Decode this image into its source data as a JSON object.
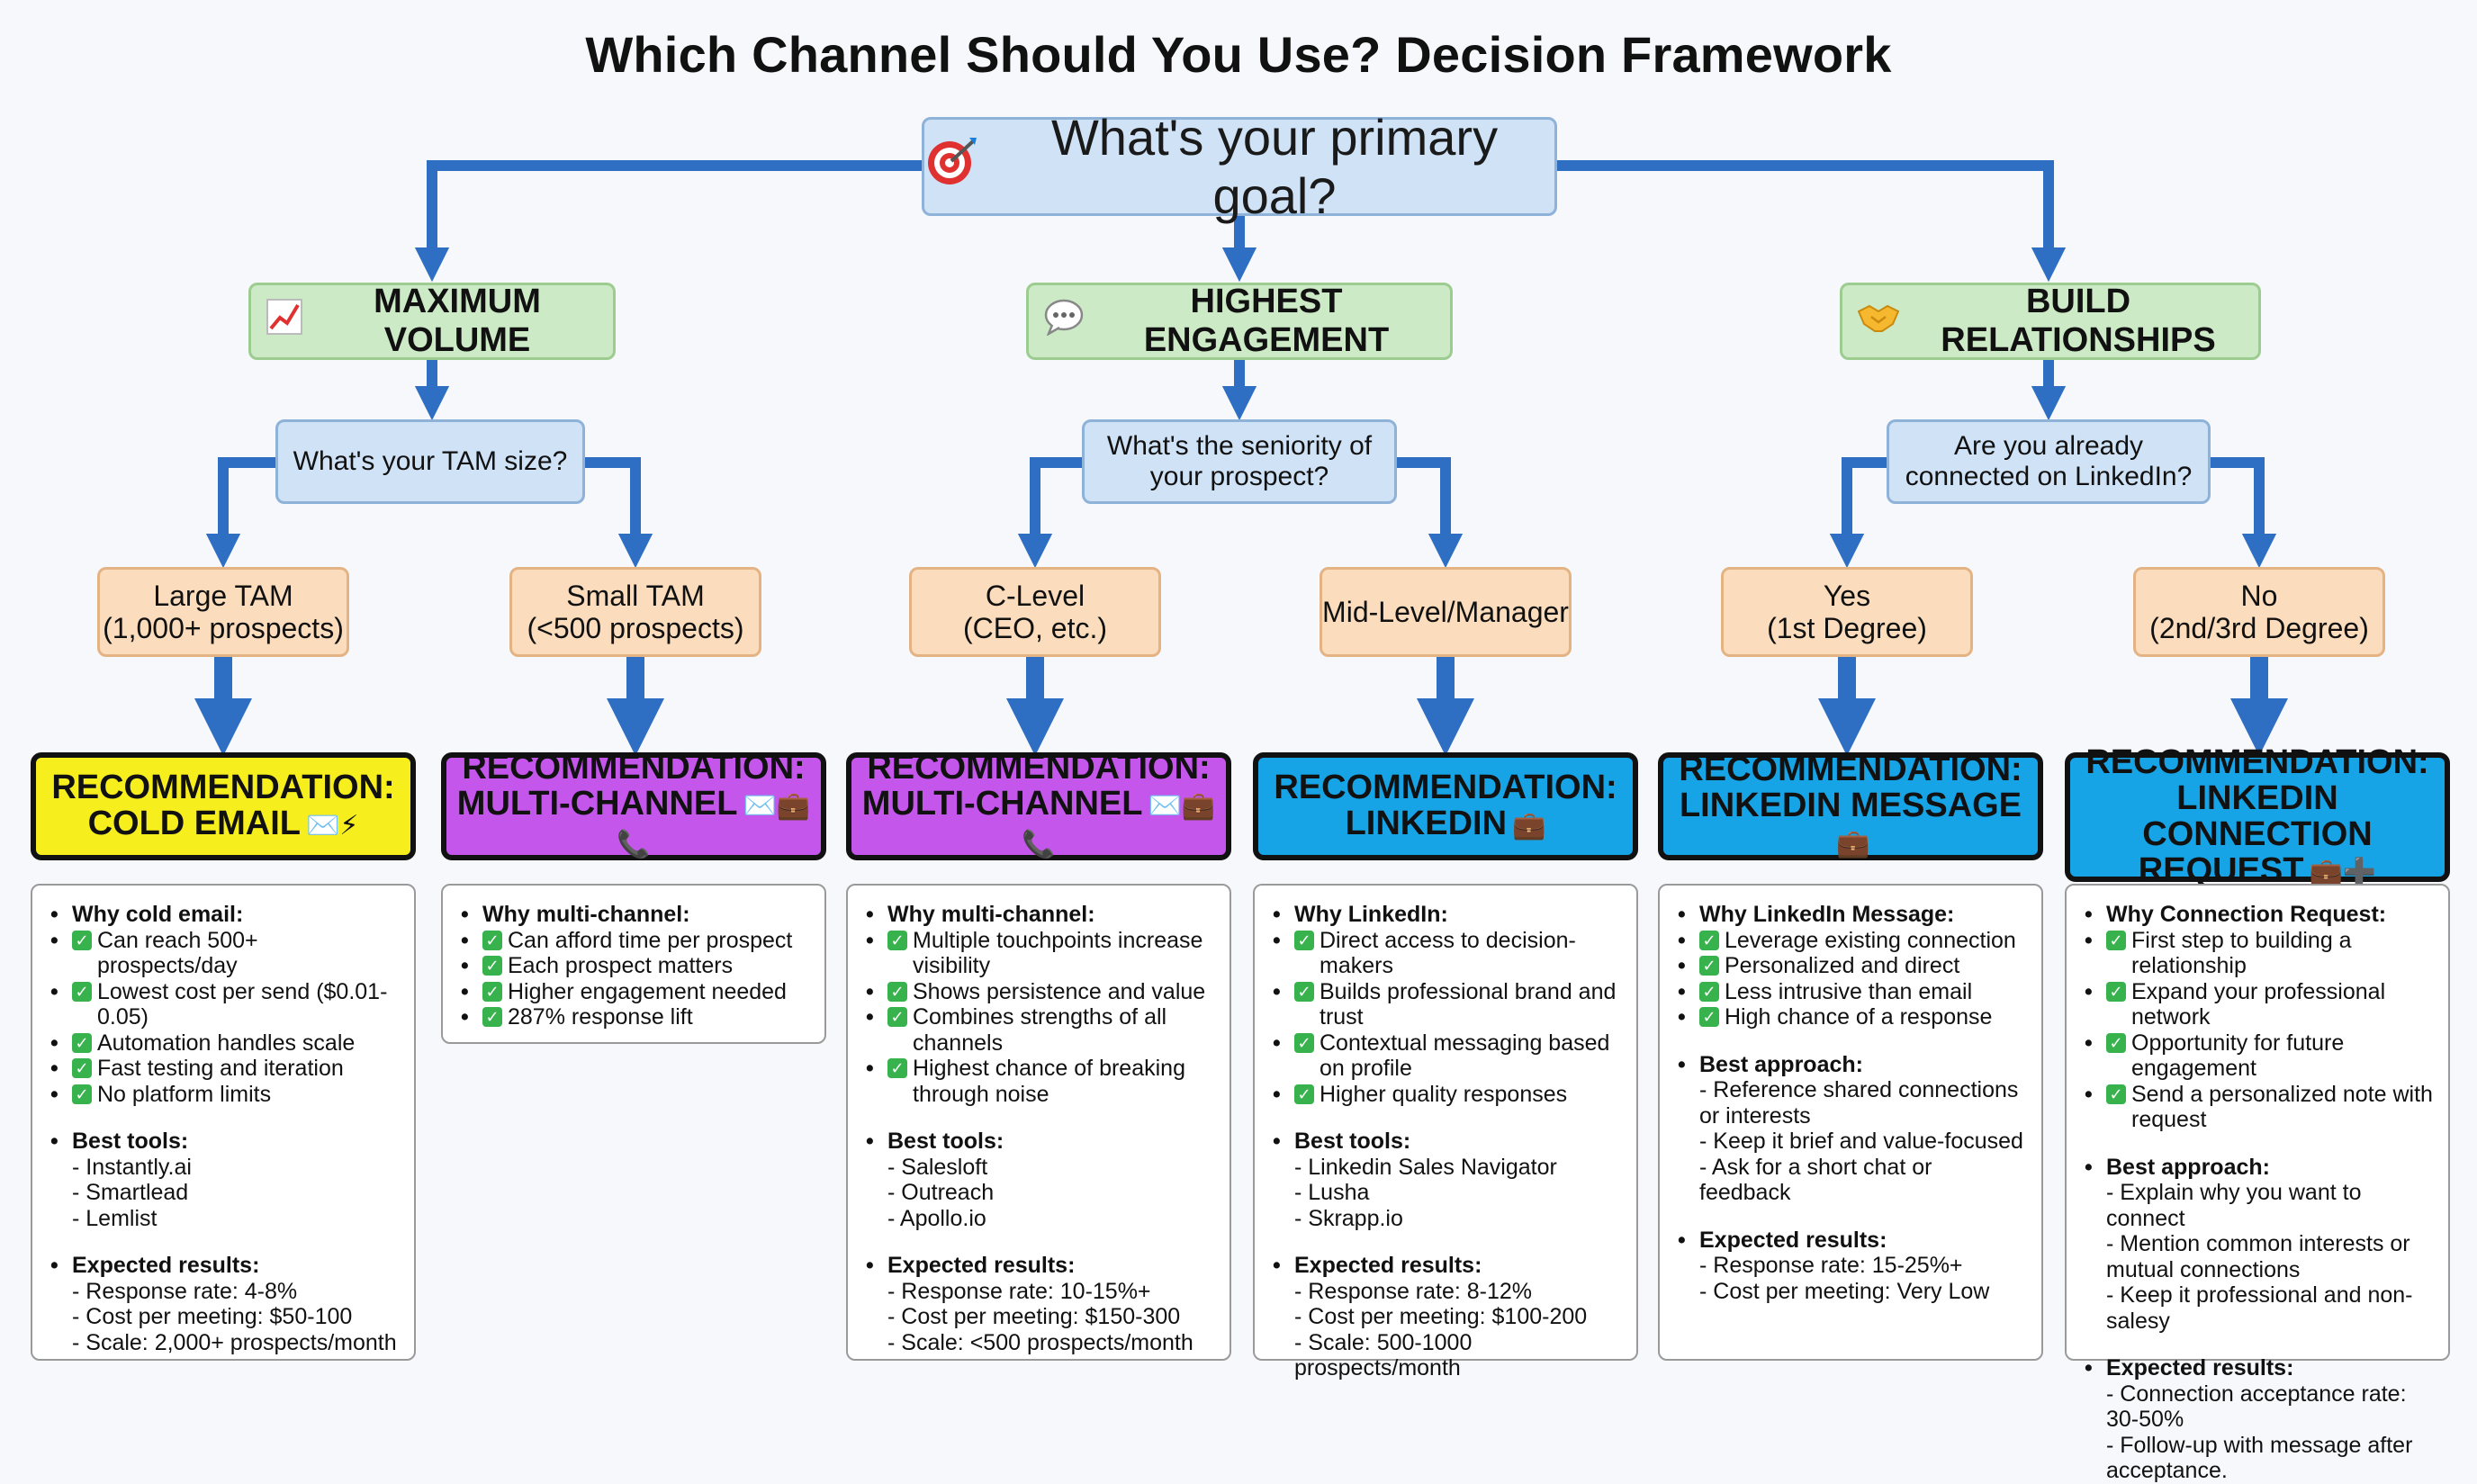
{
  "title": "Which Channel Should You Use? Decision Framework",
  "root": {
    "icon": "target-icon",
    "label": "What's your primary goal?"
  },
  "categories": [
    {
      "icon": "chart-up-icon",
      "label": "MAXIMUM VOLUME",
      "question": "What's your TAM size?"
    },
    {
      "icon": "speech-bubble-icon",
      "label": "HIGHEST ENGAGEMENT",
      "question": "What's the seniority of your prospect?"
    },
    {
      "icon": "handshake-icon",
      "label": "BUILD RELATIONSHIPS",
      "question": "Are you already connected on LinkedIn?"
    }
  ],
  "options": [
    "Large TAM\n(1,000+ prospects)",
    "Small TAM\n(<500 prospects)",
    "C-Level\n(CEO, etc.)",
    "Mid-Level/Manager",
    "Yes\n(1st Degree)",
    "No\n(2nd/3rd Degree)"
  ],
  "colors": {
    "yellow": "#f7ee1d",
    "purple": "#c556ec",
    "blue": "#16a4e6",
    "arrow": "#2f6fc3"
  },
  "recommendations": [
    {
      "title_lines": [
        "RECOMMENDATION:",
        "COLD EMAIL"
      ],
      "icons": "✉️⚡",
      "color": "yellow",
      "why_head": "Why cold email:",
      "why": [
        "Can reach 500+ prospects/day",
        "Lowest cost per send ($0.01-0.05)",
        "Automation handles scale",
        "Fast testing and iteration",
        "No platform limits"
      ],
      "tools_head": "Best tools:",
      "tools": [
        "- Instantly.ai",
        "- Smartlead",
        "- Lemlist"
      ],
      "results_head": "Expected results:",
      "results": [
        "- Response rate: 4-8%",
        "- Cost per meeting: $50-100",
        "- Scale: 2,000+ prospects/month"
      ]
    },
    {
      "title_lines": [
        "RECOMMENDATION:",
        "MULTI-CHANNEL"
      ],
      "icons": "✉️💼📞",
      "color": "purple",
      "why_head": "Why multi-channel:",
      "why": [
        "Can afford time per prospect",
        "Each prospect matters",
        "Higher engagement needed",
        "287% response lift"
      ]
    },
    {
      "title_lines": [
        "RECOMMENDATION:",
        "MULTI-CHANNEL"
      ],
      "icons": "✉️💼📞",
      "color": "purple",
      "why_head": "Why multi-channel:",
      "why": [
        "Multiple touchpoints increase visibility",
        "Shows persistence and value",
        "Combines strengths of all channels",
        "Highest chance of breaking through noise"
      ],
      "tools_head": "Best tools:",
      "tools": [
        "- Salesloft",
        "- Outreach",
        "- Apollo.io"
      ],
      "results_head": "Expected results:",
      "results": [
        "- Response rate: 10-15%+",
        "- Cost per meeting: $150-300",
        "- Scale: <500 prospects/month"
      ]
    },
    {
      "title_lines": [
        "RECOMMENDATION:",
        "LINKEDIN"
      ],
      "icons": "💼",
      "color": "blue",
      "why_head": "Why LinkedIn:",
      "why": [
        "Direct access to decision-makers",
        "Builds professional brand and trust",
        "Contextual messaging based on profile",
        "Higher quality responses"
      ],
      "tools_head": "Best tools:",
      "tools": [
        "- Linkedin Sales Navigator",
        "- Lusha",
        "- Skrapp.io"
      ],
      "results_head": "Expected results:",
      "results": [
        "- Response rate: 8-12%",
        "- Cost per meeting: $100-200",
        "- Scale: 500-1000 prospects/month"
      ]
    },
    {
      "title_lines": [
        "RECOMMENDATION:",
        "LINKEDIN MESSAGE"
      ],
      "icons": "💼",
      "color": "blue",
      "why_head": "Why LinkedIn Message:",
      "why": [
        "Leverage existing connection",
        "Personalized and direct",
        "Less intrusive than email",
        "High chance of a response"
      ],
      "tools_head": "Best approach:",
      "tools": [
        "- Reference shared connections or interests",
        "- Keep it brief and value-focused",
        "- Ask for a short chat or feedback"
      ],
      "results_head": "Expected results:",
      "results": [
        "- Response rate: 15-25%+",
        "- Cost per meeting: Very Low"
      ]
    },
    {
      "title_lines": [
        "RECOMMENDATION:",
        "LINKEDIN CONNECTION",
        "REQUEST"
      ],
      "icons": "💼➕",
      "color": "blue",
      "why_head": "Why Connection Request:",
      "why": [
        "First step to building a relationship",
        "Expand your professional network",
        "Opportunity for future engagement",
        "Send a personalized note with request"
      ],
      "tools_head": "Best approach:",
      "tools": [
        "- Explain why you want to connect",
        "- Mention common interests or mutual connections",
        "- Keep it professional and non-salesy"
      ],
      "results_head": "Expected results:",
      "results": [
        "- Connection acceptance rate: 30-50%",
        "- Follow-up with message after acceptance."
      ]
    }
  ]
}
